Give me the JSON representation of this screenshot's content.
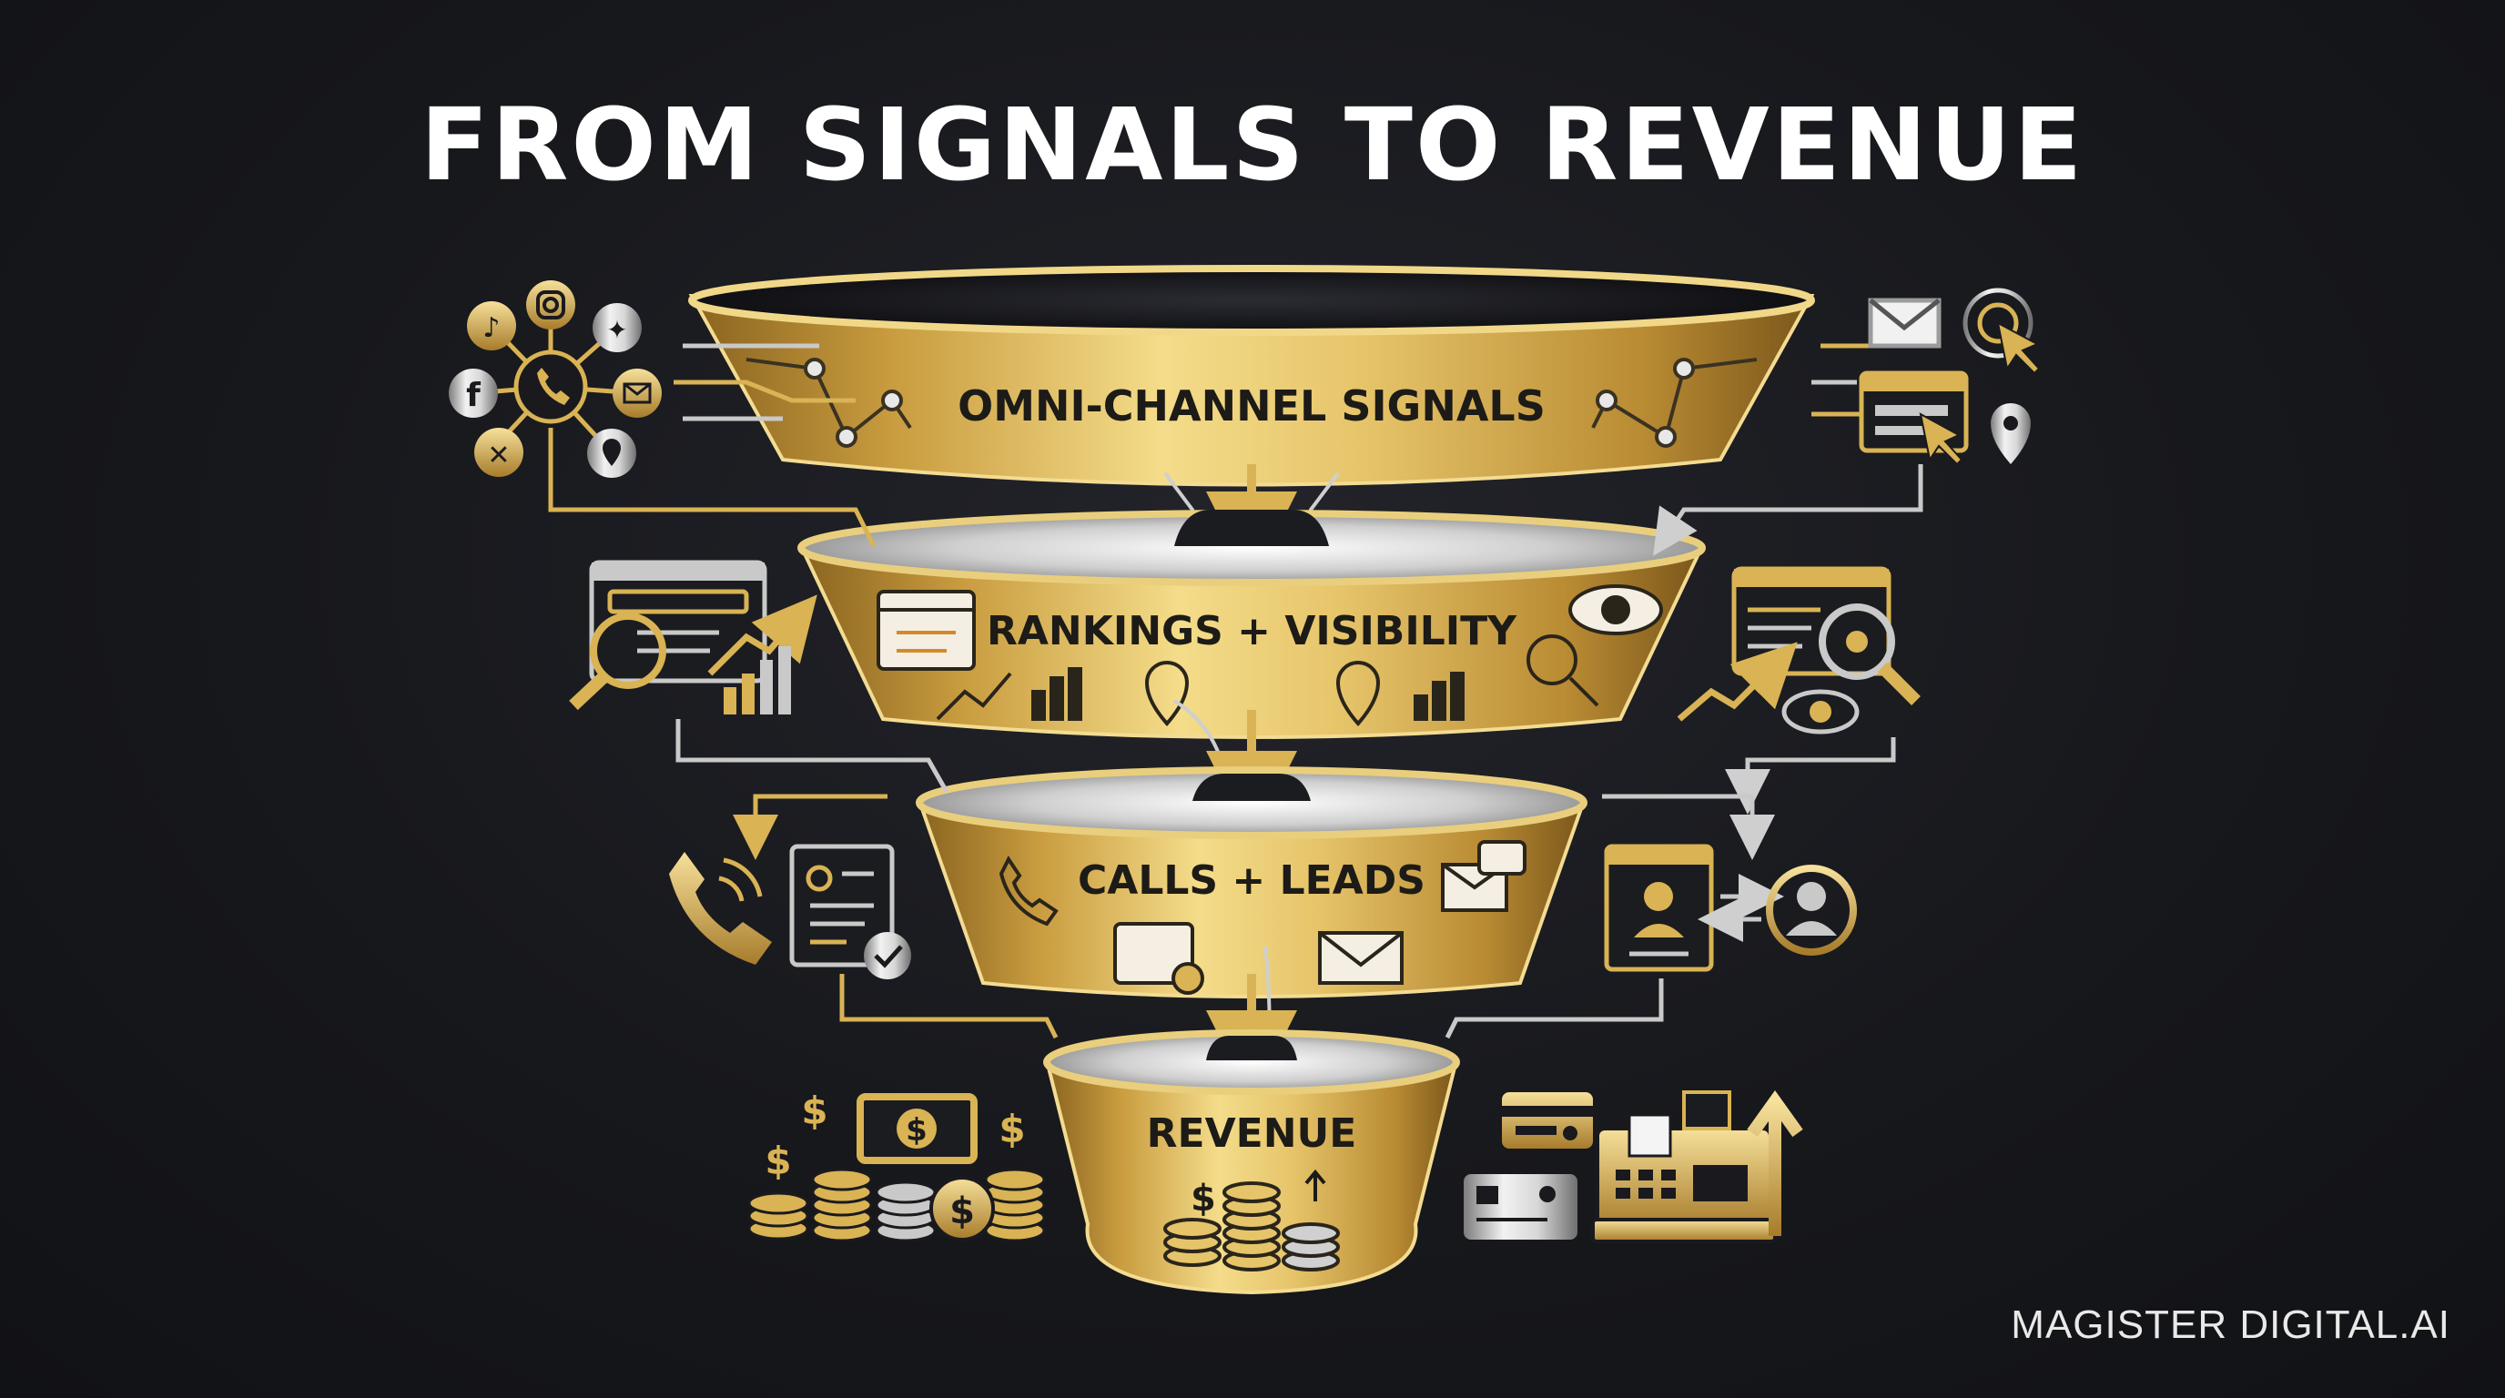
{
  "title": "FROM SIGNALS TO REVENUE",
  "stages": [
    {
      "label": "OMNI-CHANNEL SIGNALS"
    },
    {
      "label": "RANKINGS + VISIBILITY"
    },
    {
      "label": "CALLS + LEADS"
    },
    {
      "label": "REVENUE"
    }
  ],
  "brand": "MAGISTER DIGITAL.AI",
  "icons": {
    "signals_left": [
      "tiktok-icon",
      "instagram-icon",
      "twitter-icon",
      "facebook-icon",
      "phone-hub-icon",
      "email-icon",
      "x-icon",
      "location-icon"
    ],
    "signals_right": [
      "email-icon",
      "click-cursor-icon",
      "browser-click-icon",
      "location-icon"
    ],
    "rankings_left": [
      "search-browser-icon",
      "magnifier-icon",
      "growth-chart-icon"
    ],
    "rankings_right": [
      "search-results-icon",
      "eye-icon",
      "growth-arrow-icon"
    ],
    "leads_left": [
      "phone-icon",
      "lead-form-icon"
    ],
    "leads_right": [
      "contact-card-icon",
      "user-icon"
    ],
    "revenue_left": [
      "dollar-bill-icon",
      "coin-stack-icon",
      "coin-icon"
    ],
    "revenue_right": [
      "credit-card-icon",
      "cash-register-icon",
      "up-arrow-icon"
    ]
  },
  "colors": {
    "gold": "#d9b354",
    "gold_dark": "#8f6a1f",
    "silver": "#c9c9c9",
    "background": "#17181c",
    "title": "#ffffff"
  }
}
